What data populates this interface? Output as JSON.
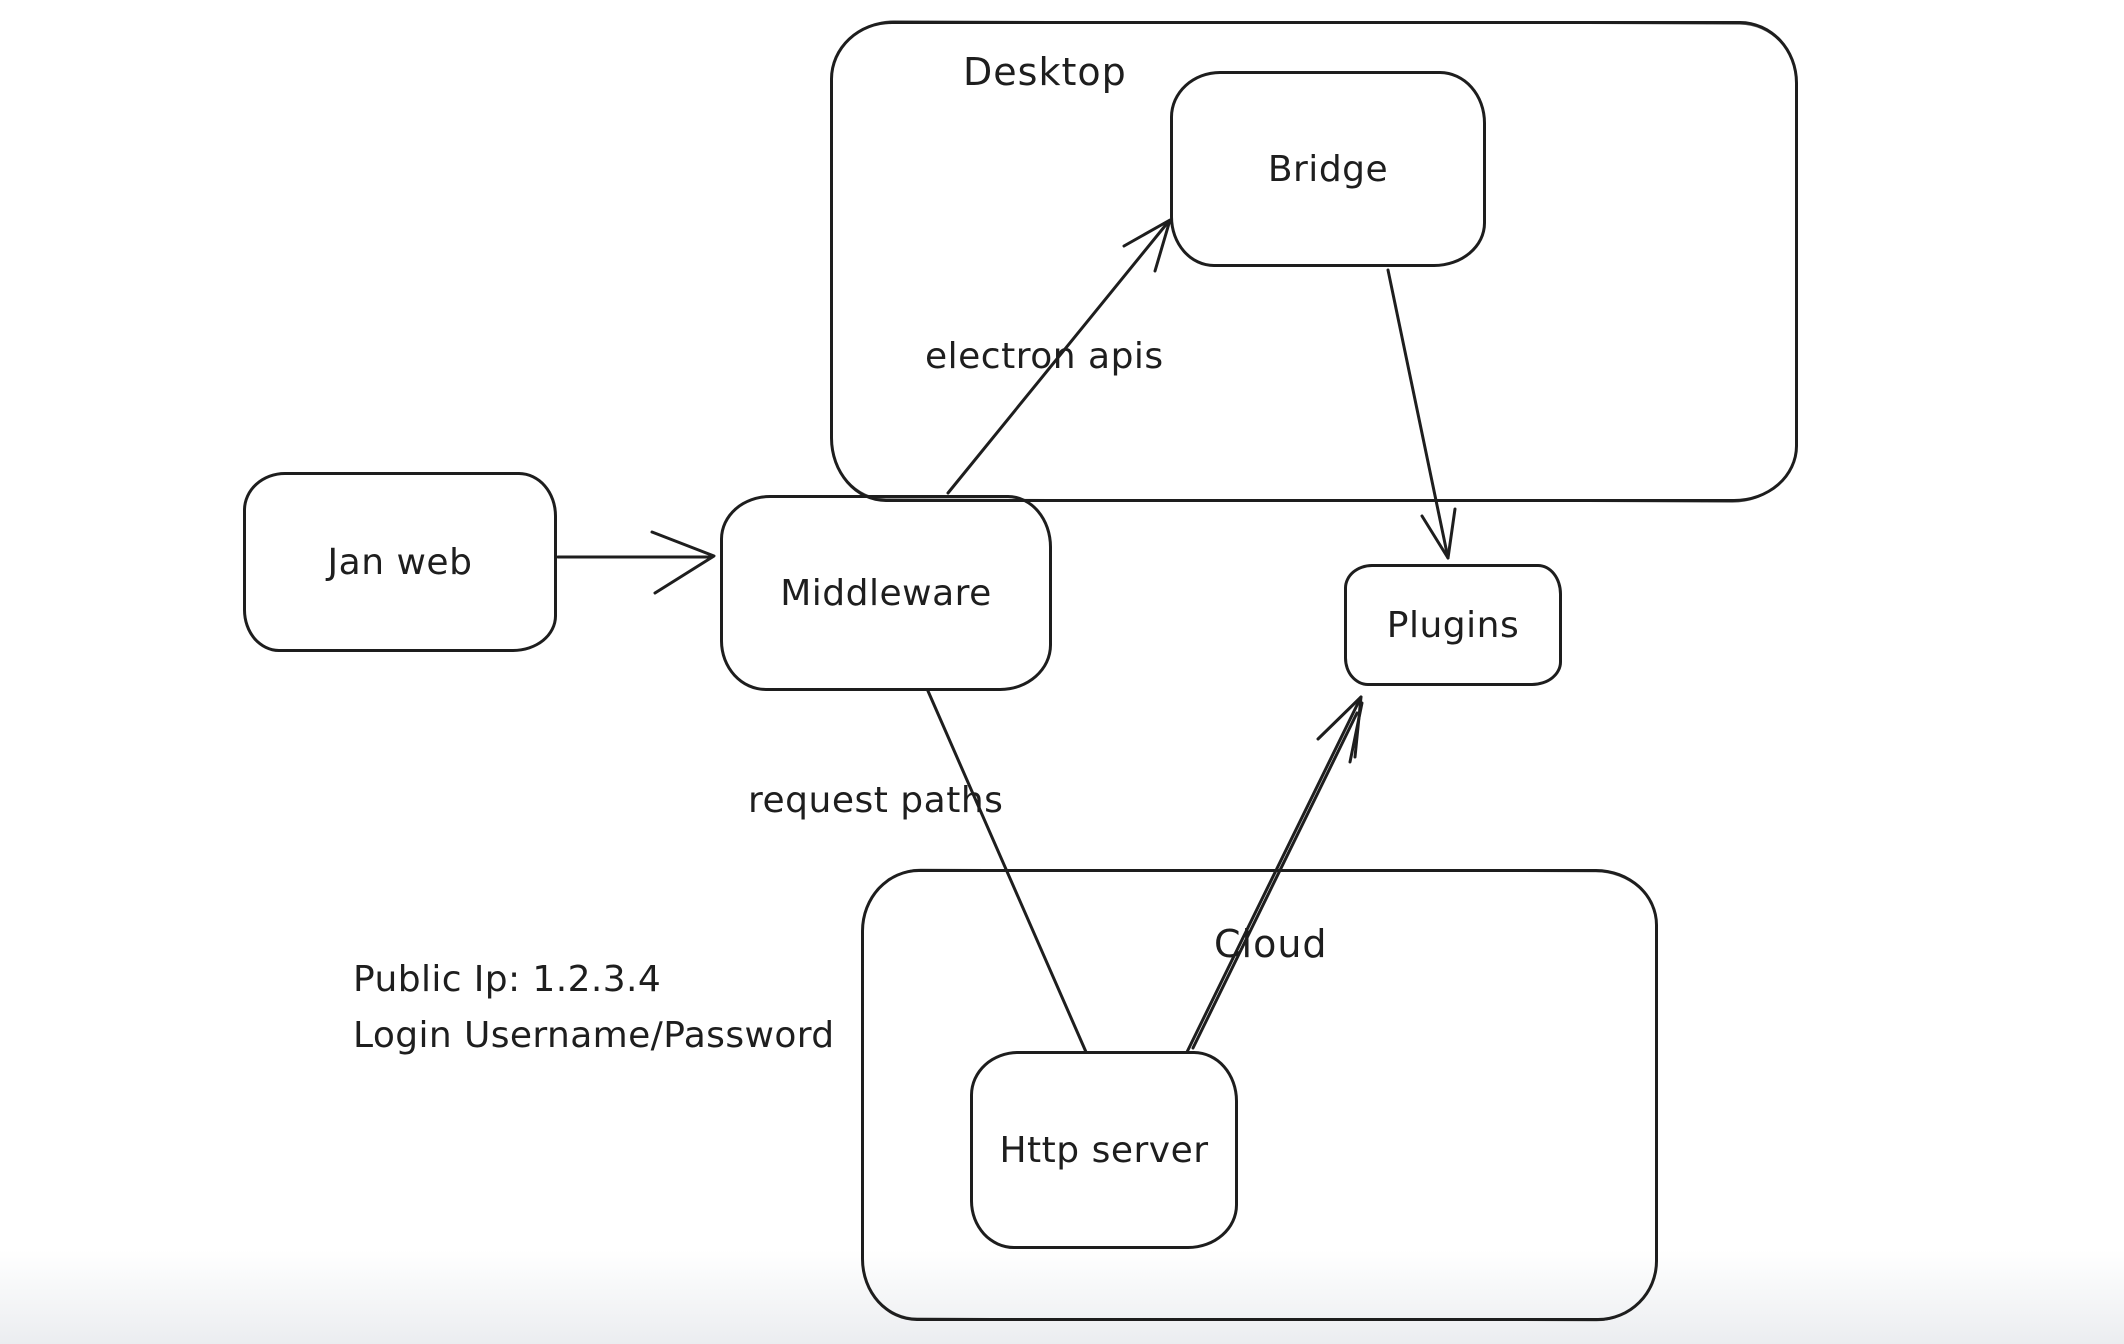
{
  "canvas": {
    "background": "#ffffff",
    "stroke_color": "#1e1e1e",
    "bottom_fade_color": "#ebedf0"
  },
  "containers": [
    {
      "id": "desktop",
      "label": "Desktop"
    },
    {
      "id": "cloud",
      "label": "Cloud"
    }
  ],
  "nodes": [
    {
      "id": "jan-web",
      "label": "Jan web"
    },
    {
      "id": "middleware",
      "label": "Middleware"
    },
    {
      "id": "bridge",
      "label": "Bridge"
    },
    {
      "id": "plugins",
      "label": "Plugins"
    },
    {
      "id": "http-server",
      "label": "Http server"
    }
  ],
  "edges": [
    {
      "id": "janweb-to-middleware",
      "from": "jan-web",
      "to": "middleware",
      "label": ""
    },
    {
      "id": "middleware-to-bridge",
      "from": "middleware",
      "to": "bridge",
      "label": "electron apis"
    },
    {
      "id": "bridge-to-plugins",
      "from": "bridge",
      "to": "plugins",
      "label": ""
    },
    {
      "id": "middleware-to-httpserver",
      "from": "middleware",
      "to": "http-server",
      "label": "request paths"
    },
    {
      "id": "httpserver-to-plugins",
      "from": "http-server",
      "to": "plugins",
      "label": ""
    }
  ],
  "edge_labels": [
    {
      "id": "electron-apis",
      "label": "electron apis"
    },
    {
      "id": "request-paths",
      "label": "request paths"
    }
  ],
  "annotations": {
    "line1": "Public Ip: 1.2.3.4",
    "line2": "Login Username/Password"
  }
}
